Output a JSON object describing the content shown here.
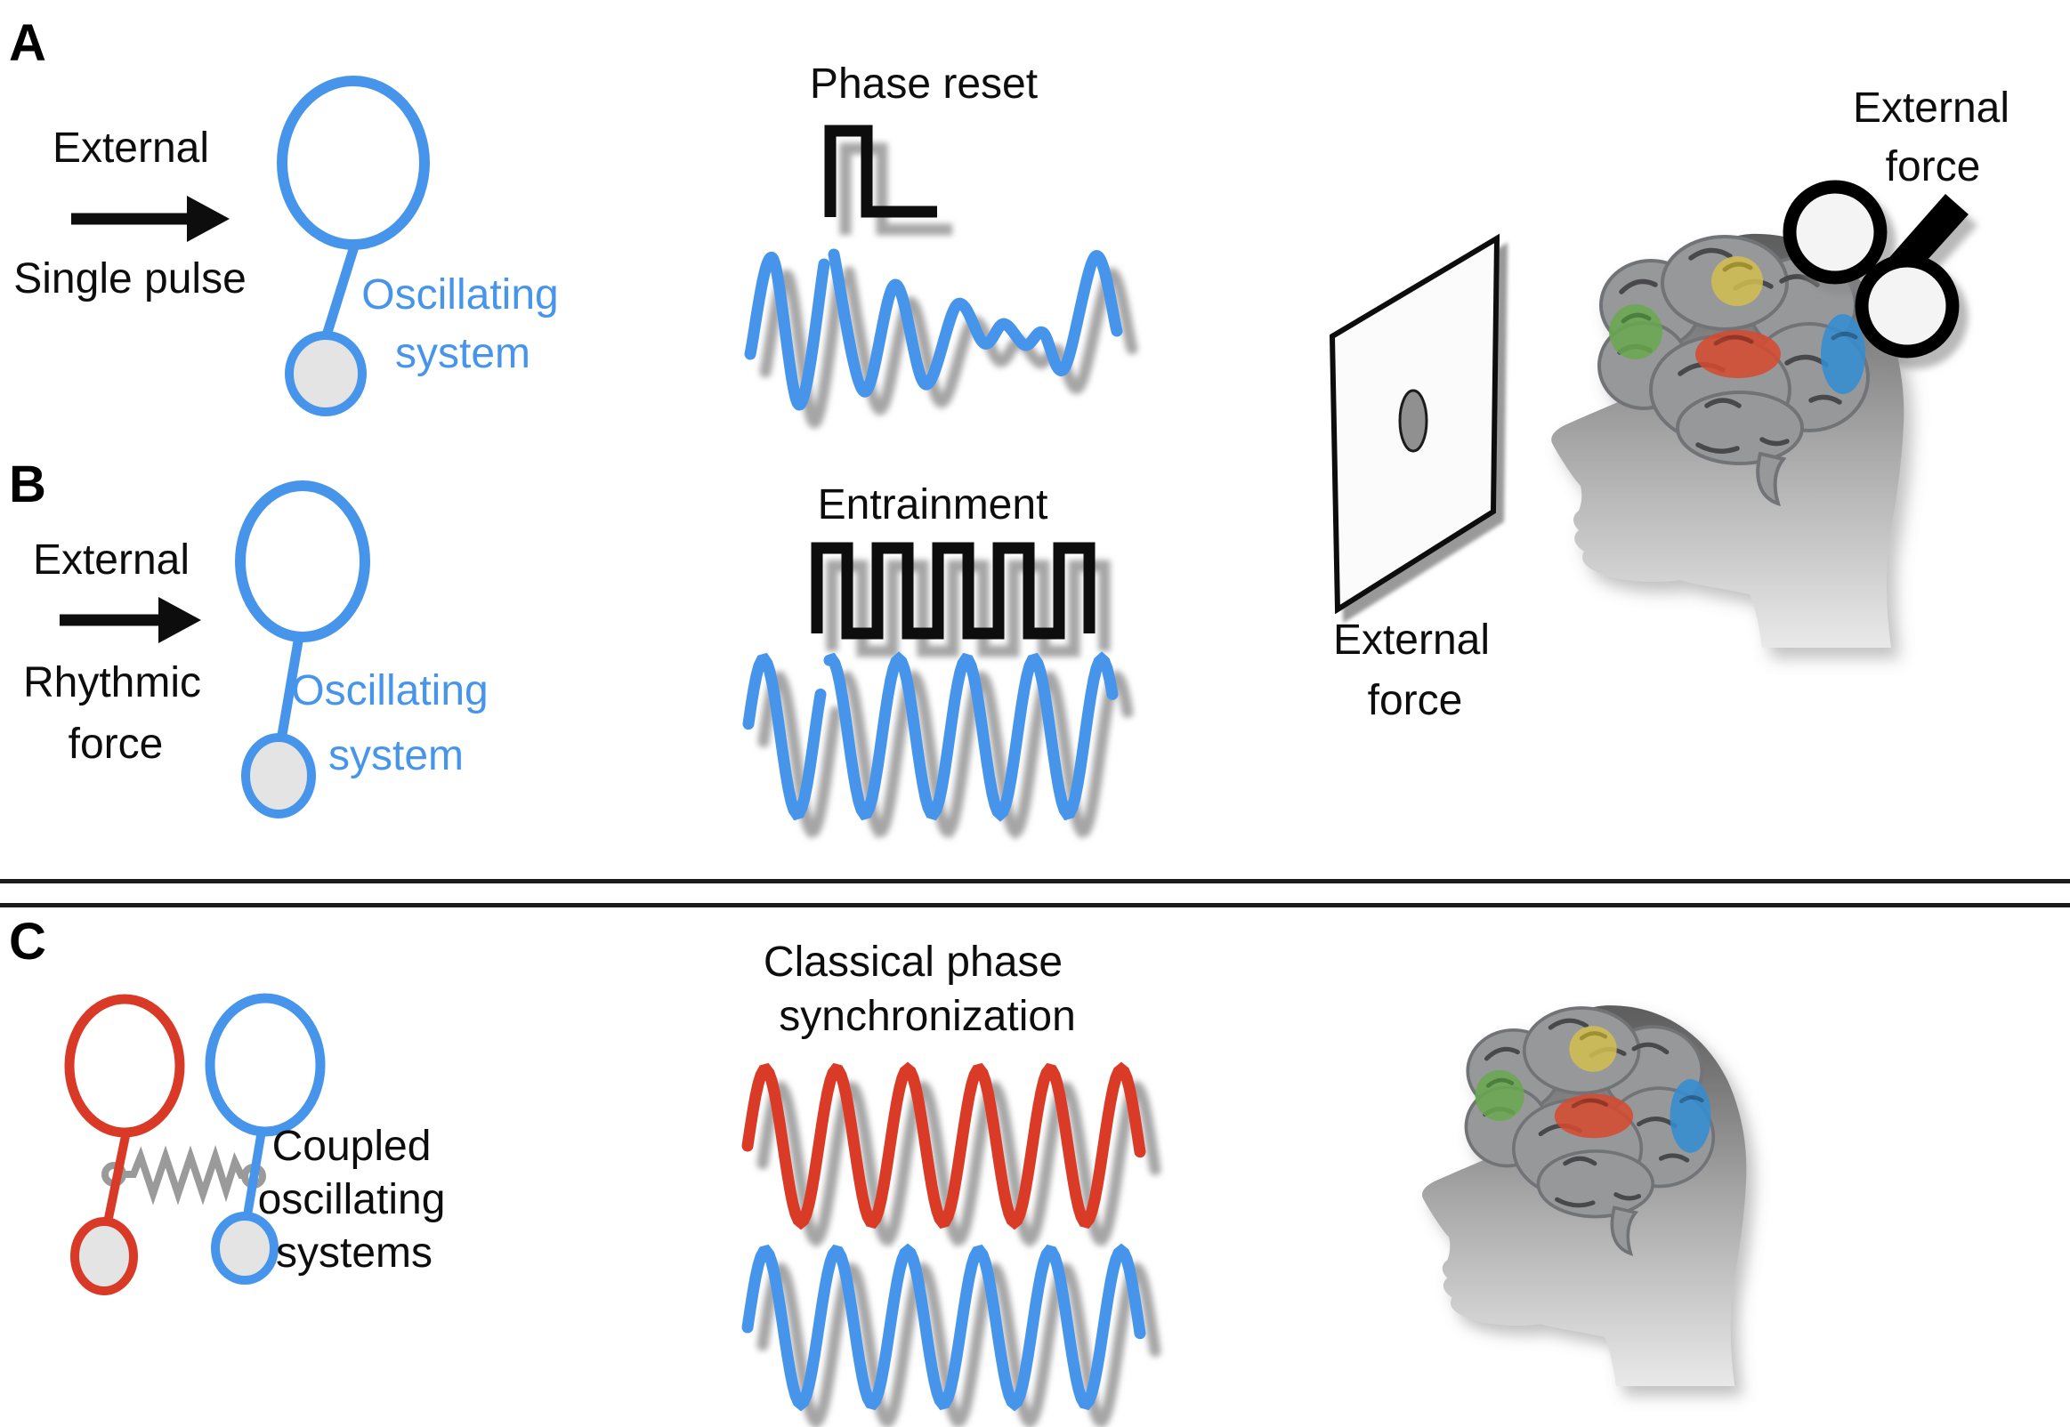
{
  "figure": {
    "colors": {
      "oscillator_blue": "#4795ea",
      "oscillator_red": "#d93a27",
      "trace_black": "#0a0a0a",
      "spring_gray": "#9a9a9a",
      "bob_gray": "#e4e4e4",
      "region_green": "#69a94f",
      "region_yellow": "#d2bf50",
      "region_red": "#d8492f",
      "region_blue": "#338ed3"
    },
    "panel_a": {
      "label": "A",
      "stimulus_lines": [
        "External",
        "Single pulse"
      ],
      "oscillator_label": [
        "Oscillating",
        "system"
      ],
      "wave_title": "Phase reset",
      "coil_label": [
        "External",
        "force"
      ]
    },
    "panel_b": {
      "label": "B",
      "stimulus_lines": [
        "External",
        "Rhythmic",
        "force"
      ],
      "oscillator_label": [
        "Oscillating",
        "system"
      ],
      "wave_title": "Entrainment",
      "screen_label": [
        "External",
        "force"
      ]
    },
    "panel_c": {
      "label": "C",
      "coupled_label": [
        "Coupled",
        "oscillating",
        "systems"
      ],
      "wave_title": [
        "Classical phase",
        "synchronization"
      ]
    },
    "icons": {
      "pendulum": "pendulum-oscillator-icon",
      "spring": "coupling-spring-icon",
      "pulse": "single-pulse-icon",
      "square_wave": "rhythmic-pulse-train-icon",
      "sine_wave": "oscillation-trace-icon",
      "screen": "visual-stimulus-screen-icon",
      "head": "head-brain-icon",
      "coil": "tms-coil-icon",
      "arrow": "force-arrow-icon"
    }
  }
}
